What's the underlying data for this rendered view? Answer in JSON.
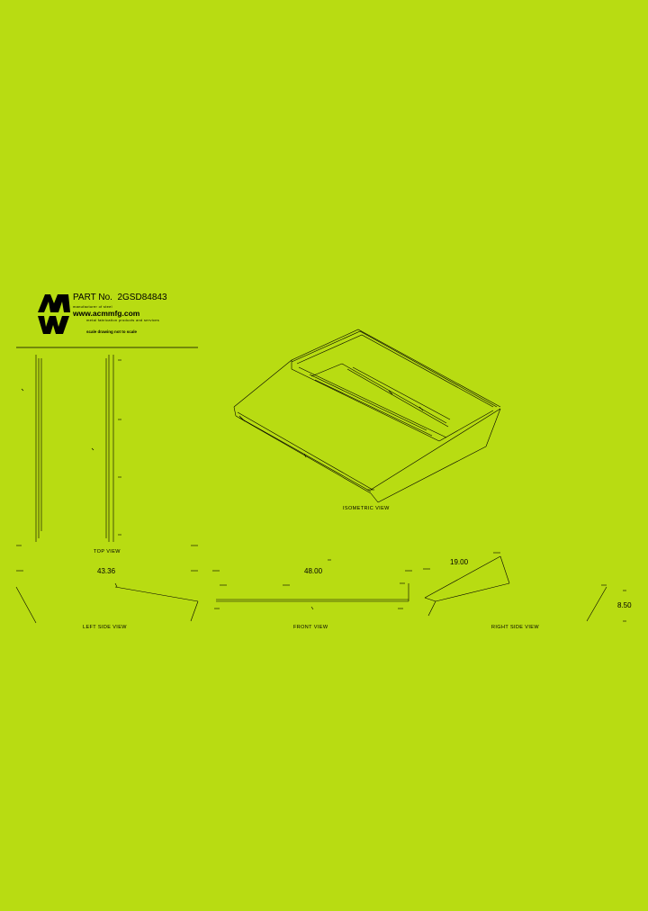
{
  "titleblock": {
    "part_label": "PART No.",
    "part_number": "2GSD84843",
    "subtitle": "manufacturer of steel",
    "website": "www.acmmfg.com",
    "tagline": "metal fabrication products and services",
    "note": "scale drawing not to scale"
  },
  "views": {
    "isometric": "ISOMETRIC VIEW",
    "top": "TOP VIEW",
    "left": "LEFT SIDE VIEW",
    "front": "FRONT VIEW",
    "right": "RIGHT SIDE VIEW"
  },
  "dimensions": {
    "left_width": "43.36",
    "front_width": "48.00",
    "right_depth": "19.00",
    "height": "8.50"
  },
  "colors": {
    "background": "#b8dc12",
    "ink": "#000000"
  }
}
